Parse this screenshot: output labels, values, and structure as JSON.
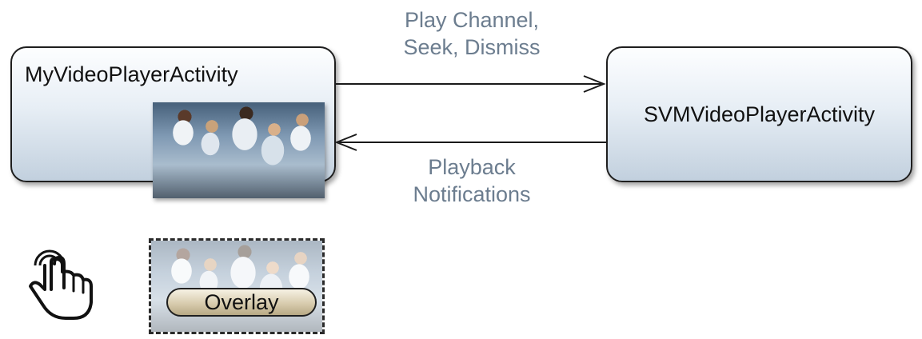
{
  "activities": {
    "client": {
      "label": "MyVideoPlayerActivity"
    },
    "player": {
      "label": "SVMVideoPlayerActivity"
    }
  },
  "messages": {
    "to_player": {
      "line1": "Play Channel,",
      "line2": "Seek, Dismiss"
    },
    "to_client": {
      "line1": "Playback",
      "line2": "Notifications"
    }
  },
  "overlay": {
    "label": "Overlay"
  },
  "icons": {
    "gesture": "two-finger-tap-hand-icon"
  },
  "colors": {
    "box_top": "#fdfeff",
    "box_bottom": "#c2d0de",
    "label_text": "#6c7d8f",
    "outline": "#1e1e1e",
    "overlay_pill": "#d8ccae"
  }
}
